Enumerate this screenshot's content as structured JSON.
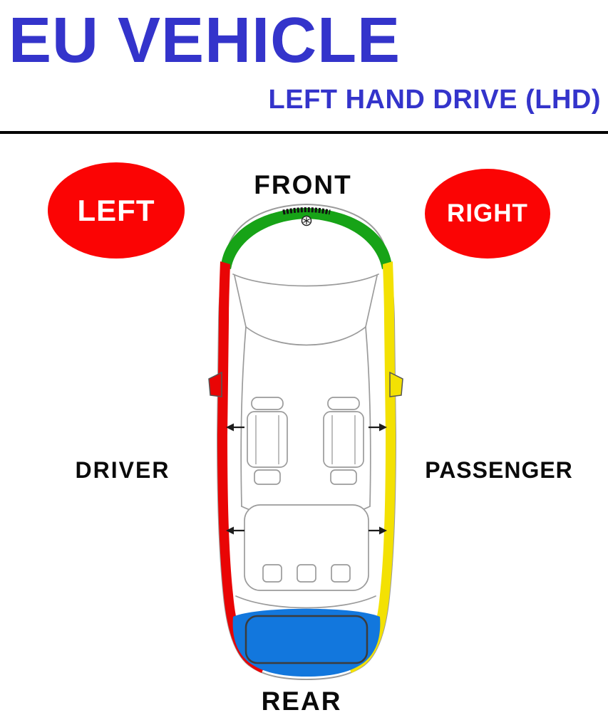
{
  "header": {
    "title": "EU VEHICLE",
    "subtitle": "LEFT HAND DRIVE (LHD)"
  },
  "labels": {
    "front": "FRONT",
    "rear": "REAR",
    "driver": "DRIVER",
    "passenger": "PASSENGER"
  },
  "badges": {
    "left": "LEFT",
    "right": "RIGHT"
  },
  "colors": {
    "title_blue": "#3434cb",
    "badge_red": "#fb0404",
    "front_green": "#17a317",
    "side_red": "#e90505",
    "side_yellow": "#f3e103",
    "rear_blue": "#1277dd"
  }
}
